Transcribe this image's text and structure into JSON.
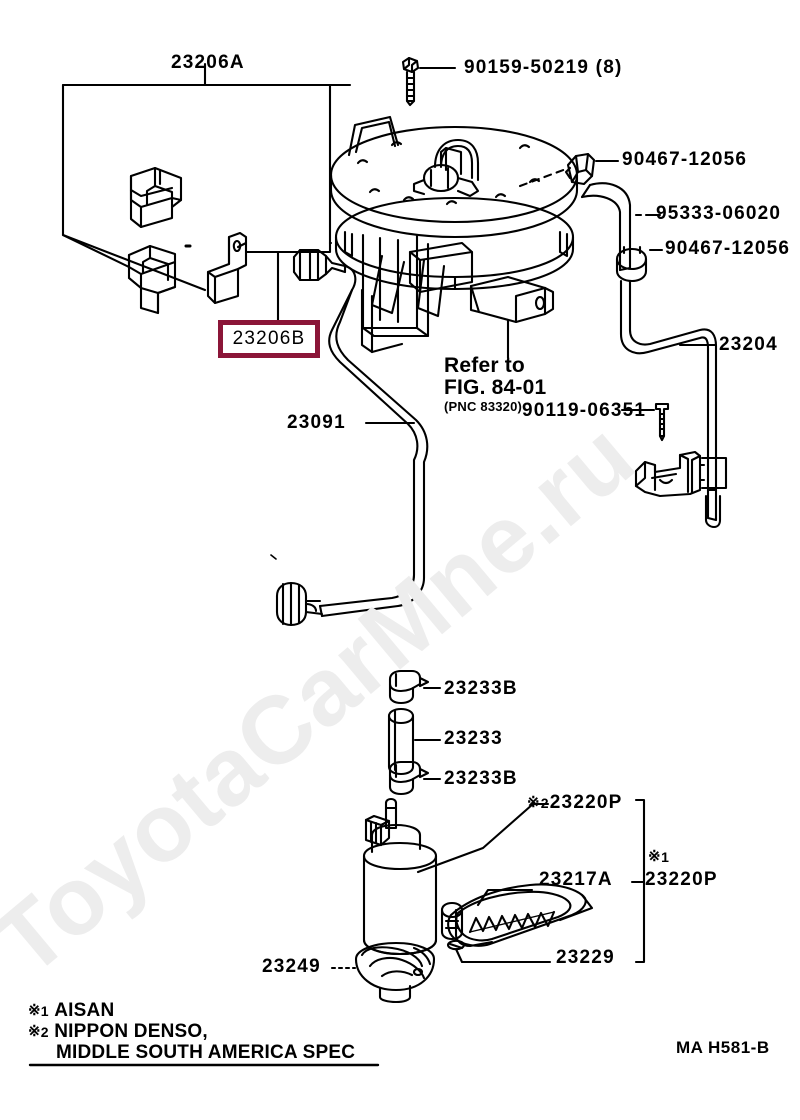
{
  "diagram": {
    "doc_id": "MA H581-B",
    "title_region": "Toyota fuel pump and tank tube parts diagram",
    "highlight_color": "#8B1538",
    "watermark_text": "ToyotaCarMne.ru"
  },
  "labels": {
    "bracket_23206A": "23206A",
    "highlighted_23206B": "23206B",
    "bolt_90159": "90159-50219 (8)",
    "clamp_upper_90467": "90467-12056",
    "hose_95333": "95333-06020",
    "clamp_lower_90467": "90467-12056",
    "pipe_23204": "23204",
    "hose_23091": "23091",
    "screw_90119": "90119-06351",
    "refer_line1": "Refer to",
    "refer_line2": "FIG. 84-01",
    "refer_pnc": "(PNC 83320)",
    "clip_23233B_top": "23233B",
    "hose_23233": "23233",
    "clip_23233B_bottom": "23233B",
    "pump_23220P_star": "2",
    "pump_23220P": "23220P",
    "filter_23217A": "23217A",
    "ring_23229": "23229",
    "assembly_23220P_star": "1",
    "assembly_23220P": "23220P",
    "cover_23249": "23249"
  },
  "legend": {
    "note1_star": "1",
    "note1_text": "AISAN",
    "note2_star": "2",
    "note2_text_line1": "NIPPON DENSO,",
    "note2_text_line2": "MIDDLE SOUTH AMERICA SPEC"
  },
  "icons": {
    "star_glyph": "※",
    "bolt": "bolt-icon",
    "clamp": "clamp-icon",
    "hose": "hose-icon",
    "pump": "fuel-pump-icon",
    "filter": "fuel-filter-icon",
    "relay": "relay-icon",
    "bracket": "bracket-icon"
  }
}
